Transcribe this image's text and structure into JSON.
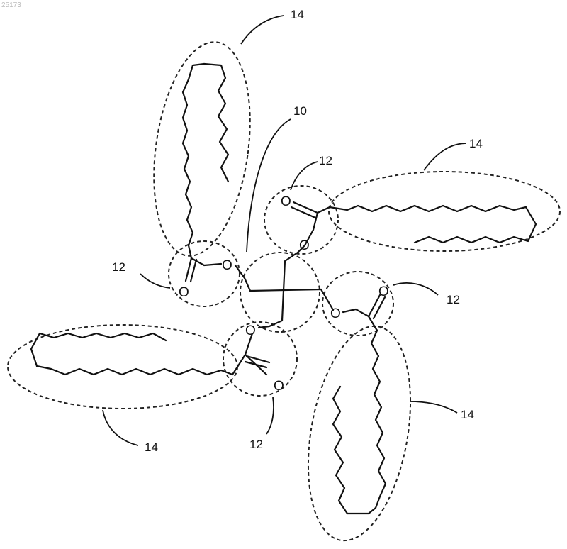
{
  "figure_id": "25173",
  "atom_symbol": "O",
  "labels": {
    "core": "10",
    "ester": "12",
    "chain": "14"
  }
}
